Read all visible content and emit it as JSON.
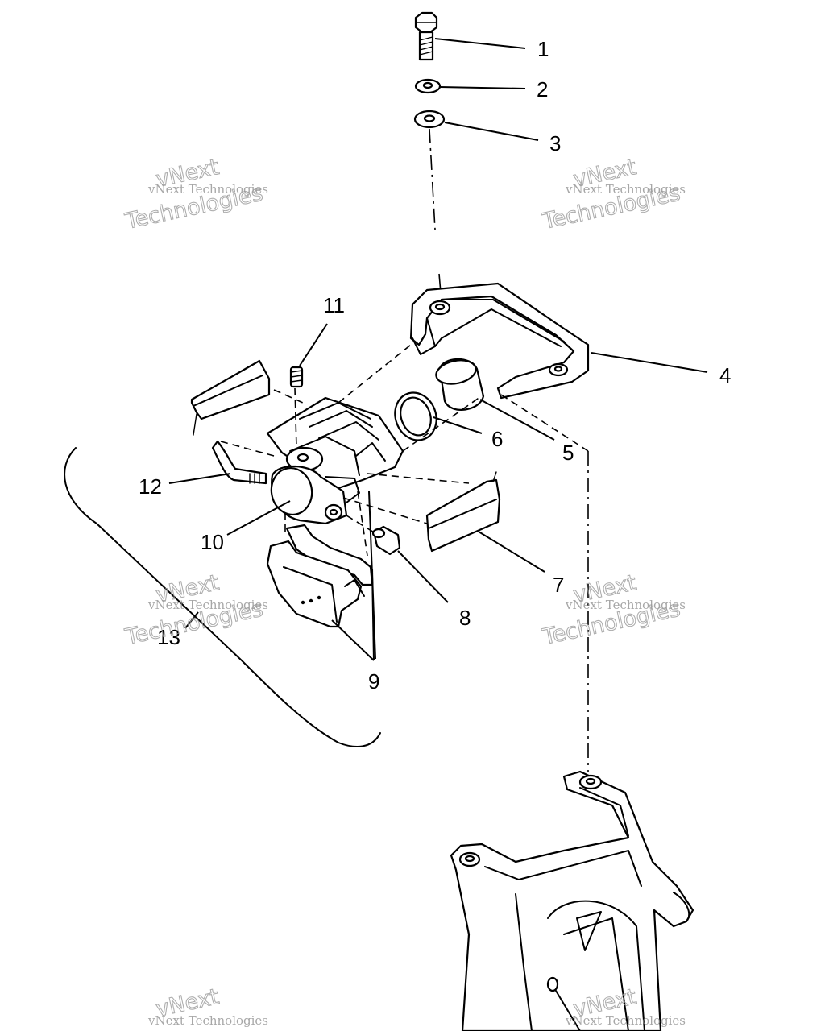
{
  "callouts": [
    {
      "id": "1",
      "label": "1"
    },
    {
      "id": "2",
      "label": "2"
    },
    {
      "id": "3",
      "label": "3"
    },
    {
      "id": "4",
      "label": "4"
    },
    {
      "id": "5",
      "label": "5"
    },
    {
      "id": "6",
      "label": "6"
    },
    {
      "id": "7",
      "label": "7"
    },
    {
      "id": "8",
      "label": "8"
    },
    {
      "id": "9",
      "label": "9"
    },
    {
      "id": "10",
      "label": "10"
    },
    {
      "id": "11",
      "label": "11"
    },
    {
      "id": "12",
      "label": "12"
    },
    {
      "id": "13",
      "label": "13"
    }
  ],
  "watermark": {
    "line1": "vNext",
    "line2": "vNext Technologies",
    "line3": "Technologies"
  }
}
